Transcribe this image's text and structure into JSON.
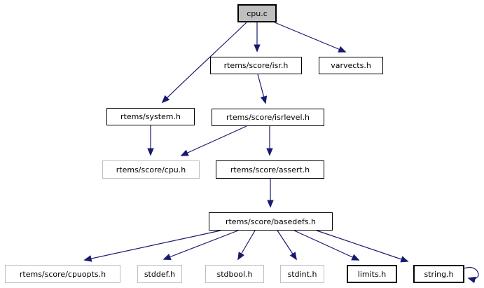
{
  "diagram": {
    "kind": "include-dependency-graph",
    "root": "cpu.c"
  },
  "colors": {
    "background": "#ffffff",
    "edge": "#191970",
    "node_border_documented": "#000000",
    "node_border_external": "#bfbfbf",
    "root_fill": "#bfbfbf",
    "node_fill": "#ffffff",
    "text": "#000000"
  },
  "nodes": [
    {
      "label": "cpu.c",
      "role": "root",
      "fill": "#bfbfbf",
      "border": "#000000"
    },
    {
      "label": "rtems/score/isr.h",
      "role": "internal",
      "fill": "#ffffff",
      "border": "#000000"
    },
    {
      "label": "varvects.h",
      "role": "internal",
      "fill": "#ffffff",
      "border": "#000000"
    },
    {
      "label": "rtems/system.h",
      "role": "internal",
      "fill": "#ffffff",
      "border": "#000000"
    },
    {
      "label": "rtems/score/isrlevel.h",
      "role": "internal",
      "fill": "#ffffff",
      "border": "#000000"
    },
    {
      "label": "rtems/score/cpu.h",
      "role": "external",
      "fill": "#ffffff",
      "border": "#bfbfbf"
    },
    {
      "label": "rtems/score/assert.h",
      "role": "internal",
      "fill": "#ffffff",
      "border": "#000000"
    },
    {
      "label": "rtems/score/basedefs.h",
      "role": "internal",
      "fill": "#ffffff",
      "border": "#000000"
    },
    {
      "label": "rtems/score/cpuopts.h",
      "role": "external",
      "fill": "#ffffff",
      "border": "#bfbfbf"
    },
    {
      "label": "stddef.h",
      "role": "external",
      "fill": "#ffffff",
      "border": "#bfbfbf"
    },
    {
      "label": "stdbool.h",
      "role": "external",
      "fill": "#ffffff",
      "border": "#bfbfbf"
    },
    {
      "label": "stdint.h",
      "role": "external",
      "fill": "#ffffff",
      "border": "#bfbfbf"
    },
    {
      "label": "limits.h",
      "role": "internal",
      "fill": "#ffffff",
      "border": "#000000"
    },
    {
      "label": "string.h",
      "role": "internal",
      "fill": "#ffffff",
      "border": "#000000"
    }
  ],
  "edges": [
    {
      "from": "cpu.c",
      "to": "rtems/system.h"
    },
    {
      "from": "cpu.c",
      "to": "rtems/score/isr.h"
    },
    {
      "from": "cpu.c",
      "to": "varvects.h"
    },
    {
      "from": "rtems/score/isr.h",
      "to": "rtems/score/isrlevel.h"
    },
    {
      "from": "rtems/system.h",
      "to": "rtems/score/cpu.h"
    },
    {
      "from": "rtems/score/isrlevel.h",
      "to": "rtems/score/cpu.h"
    },
    {
      "from": "rtems/score/isrlevel.h",
      "to": "rtems/score/assert.h"
    },
    {
      "from": "rtems/score/assert.h",
      "to": "rtems/score/basedefs.h"
    },
    {
      "from": "rtems/score/basedefs.h",
      "to": "rtems/score/cpuopts.h"
    },
    {
      "from": "rtems/score/basedefs.h",
      "to": "stddef.h"
    },
    {
      "from": "rtems/score/basedefs.h",
      "to": "stdbool.h"
    },
    {
      "from": "rtems/score/basedefs.h",
      "to": "stdint.h"
    },
    {
      "from": "rtems/score/basedefs.h",
      "to": "limits.h"
    },
    {
      "from": "rtems/score/basedefs.h",
      "to": "string.h"
    },
    {
      "from": "string.h",
      "to": "string.h"
    }
  ]
}
